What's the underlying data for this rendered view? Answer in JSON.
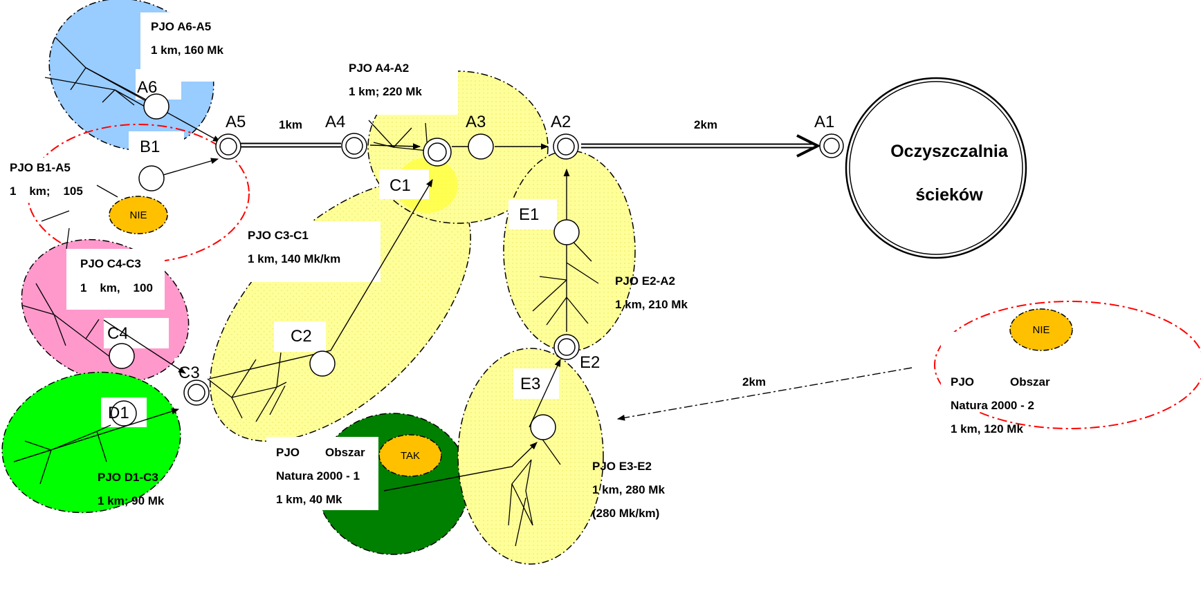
{
  "colors": {
    "blue_zone": "#99ccff",
    "yellow_zone": "#ffff99",
    "pink_zone": "#ff99cc",
    "lightgreen_zone": "#00ff00",
    "darkgreen_zone": "#008000",
    "badge": "#ffc000",
    "red_dashed": "#ff0000"
  },
  "nodes": {
    "a1": "A1",
    "a2": "A2",
    "a3": "A3",
    "a4": "A4",
    "a5": "A5",
    "a6": "A6",
    "b1": "B1",
    "c1": "C1",
    "c2": "C2",
    "c3": "C3",
    "c4": "C4",
    "d1": "D1",
    "e1": "E1",
    "e2": "E2",
    "e3": "E3"
  },
  "plant": {
    "line1": "Oczyszczalnia",
    "line2": "ścieków"
  },
  "distances": {
    "a5_a4": "1km",
    "a2_a1": "2km",
    "natura2": "2km"
  },
  "badges": {
    "nie_left": "NIE",
    "nie_right": "NIE",
    "tak": "TAK"
  },
  "labels": {
    "a6_a5": {
      "l1": "PJO A6-A5",
      "l2": "1 km, 160 Mk"
    },
    "a4_a2": {
      "l1": "PJO A4-A2",
      "l2": "1 km; 220 Mk"
    },
    "b1_a5": {
      "l1": "PJO B1-A5",
      "l2": "1    km;    105"
    },
    "c3_c1": {
      "l1": "PJO C3-C1",
      "l2": "1 km, 140 Mk/km"
    },
    "c4_c3": {
      "l1": "PJO C4-C3",
      "l2": "1    km,    100"
    },
    "e2_a2": {
      "l1": "PJO E2-A2",
      "l2": "1 km, 210 Mk"
    },
    "d1_c3": {
      "l1": "PJO D1-C3",
      "l2": "1 km; 90 Mk"
    },
    "natura1": {
      "l1a": "PJO",
      "l1b": "Obszar",
      "l2": "Natura 2000 - 1",
      "l3": "1 km, 40 Mk"
    },
    "e3_e2": {
      "l1": "PJO E3-E2",
      "l2": "1 km, 280 Mk",
      "l3": "(280 Mk/km)"
    },
    "natura2": {
      "l1a": "PJO",
      "l1b": "Obszar",
      "l2": "Natura 2000 - 2",
      "l3": "1 km, 120 Mk"
    }
  }
}
